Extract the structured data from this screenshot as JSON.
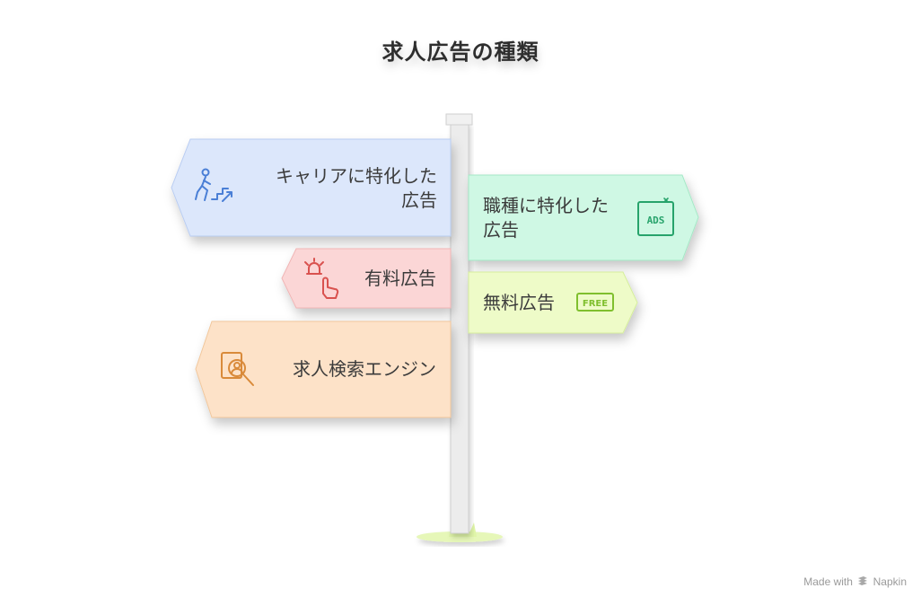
{
  "title": "求人広告の種類",
  "signs": [
    {
      "id": "career",
      "label_line1": "キャリアに特化した",
      "label_line2": "広告",
      "fill": "#dce7fb",
      "icon": "climbing-person-icon",
      "icon_color": "#4a7fd6"
    },
    {
      "id": "job-type",
      "label_line1": "職種に特化した",
      "label_line2": "広告",
      "fill": "#cff8e4",
      "icon": "ads-icon",
      "icon_color": "#27a36b"
    },
    {
      "id": "paid",
      "label": "有料広告",
      "fill": "#fbd6d6",
      "icon": "alarm-hand-icon",
      "icon_color": "#d9524f"
    },
    {
      "id": "free",
      "label": "無料広告",
      "fill": "#eefbc8",
      "icon": "free-badge-icon",
      "icon_color": "#7fbf2e"
    },
    {
      "id": "search-engine",
      "label": "求人検索エンジン",
      "fill": "#fde2c8",
      "icon": "job-search-icon",
      "icon_color": "#d98a3a"
    }
  ],
  "footer": {
    "prefix": "Made with",
    "brand": "Napkin"
  }
}
